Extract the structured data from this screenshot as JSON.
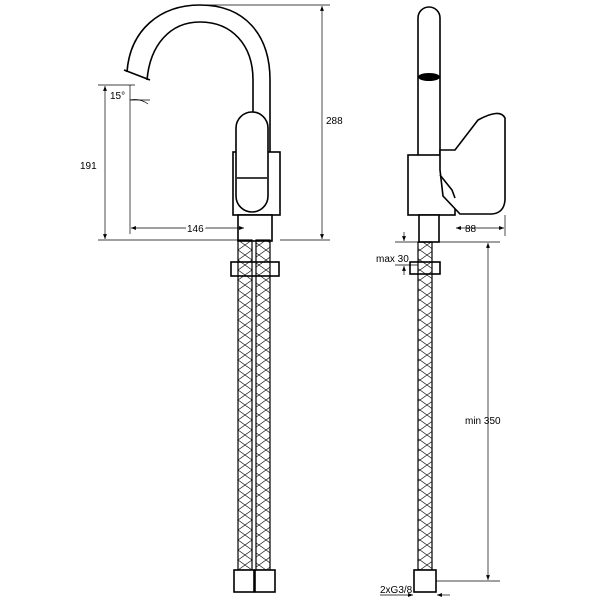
{
  "dimensions": {
    "total_height": "288",
    "spout_height": "191",
    "spout_angle": "15°",
    "spout_reach": "146",
    "lever_depth": "88",
    "max_deck_thickness": "max 30",
    "min_hose_length": "min 350",
    "connection": "2xG3/8"
  }
}
